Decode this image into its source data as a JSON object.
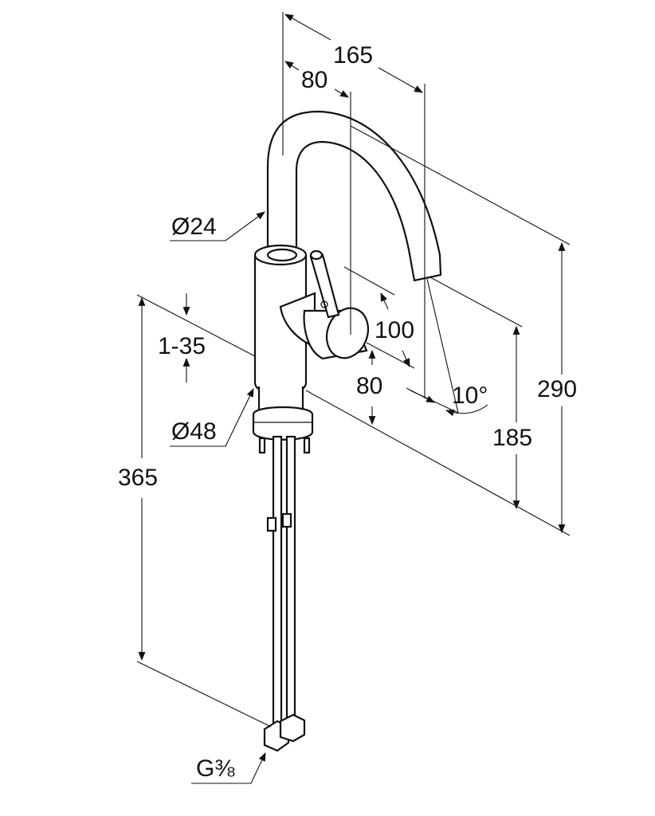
{
  "title": "Faucet dimension drawing",
  "dimensions": {
    "spout_reach": "165",
    "spout_offset": "80",
    "spout_diameter": "Ø24",
    "body_diameter": "Ø48",
    "deck_thickness": "1-35",
    "lever_clearance": "100",
    "lever_height": "80",
    "spout_angle": "10°",
    "total_height": "290",
    "outlet_height": "185",
    "hose_length": "365",
    "connection_thread": "G⅜"
  }
}
